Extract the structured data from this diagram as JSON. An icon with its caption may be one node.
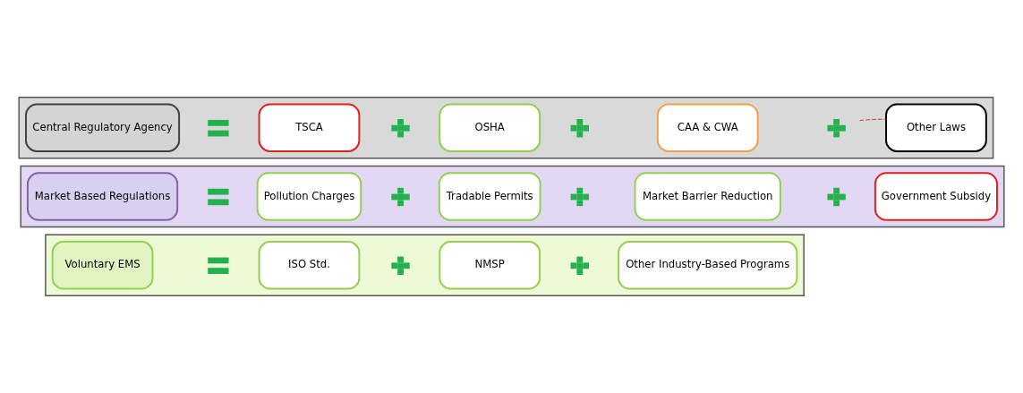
{
  "diagram": {
    "nodes": [
      {
        "text": [],
        "shape": "band"
      },
      {
        "text": [
          "Central Regulatory Agency"
        ],
        "in": 0
      },
      {
        "text": [],
        "shape": "equals",
        "in": 0
      },
      {
        "text": [
          "TSCA"
        ],
        "in": 0
      },
      {
        "text": [],
        "shape": "plus",
        "in": 0
      },
      {
        "text": [
          "OSHA"
        ],
        "in": 0
      },
      {
        "text": [],
        "shape": "plus",
        "in": 0
      },
      {
        "text": [
          "CAA & CWA"
        ],
        "in": 0
      },
      {
        "text": [],
        "shape": "plus",
        "in": 0
      },
      {
        "text": [
          "Other Laws"
        ],
        "in": 0
      },
      {
        "text": [],
        "shape": "band"
      },
      {
        "text": [
          "Market Based Regulations"
        ],
        "in": 10
      },
      {
        "text": [],
        "shape": "equals",
        "in": 10
      },
      {
        "text": [
          "Pollution Charges"
        ],
        "in": 10
      },
      {
        "text": [],
        "shape": "plus",
        "in": 10
      },
      {
        "text": [
          "Tradable Permits"
        ],
        "in": 10
      },
      {
        "text": [],
        "shape": "plus",
        "in": 10
      },
      {
        "text": [
          "Market Barrier Reduction"
        ],
        "in": 10
      },
      {
        "text": [],
        "shape": "plus",
        "in": 10
      },
      {
        "text": [
          "Government Subsidy"
        ],
        "in": 10
      },
      {
        "text": [],
        "shape": "band"
      },
      {
        "text": [
          "Voluntary EMS"
        ],
        "in": 20
      },
      {
        "text": [],
        "shape": "equals",
        "in": 20
      },
      {
        "text": [
          "ISO Std."
        ],
        "in": 20
      },
      {
        "text": [],
        "shape": "plus",
        "in": 20
      },
      {
        "text": [
          "NMSP"
        ],
        "in": 20
      },
      {
        "text": [],
        "shape": "plus",
        "in": 20
      },
      {
        "text": [
          "Other Industry-Based Programs"
        ],
        "in": 20
      }
    ],
    "edges": [
      {
        "from": 8,
        "to": 9,
        "arrow": "none",
        "style": "dashed",
        "color": "#e03030"
      }
    ]
  }
}
